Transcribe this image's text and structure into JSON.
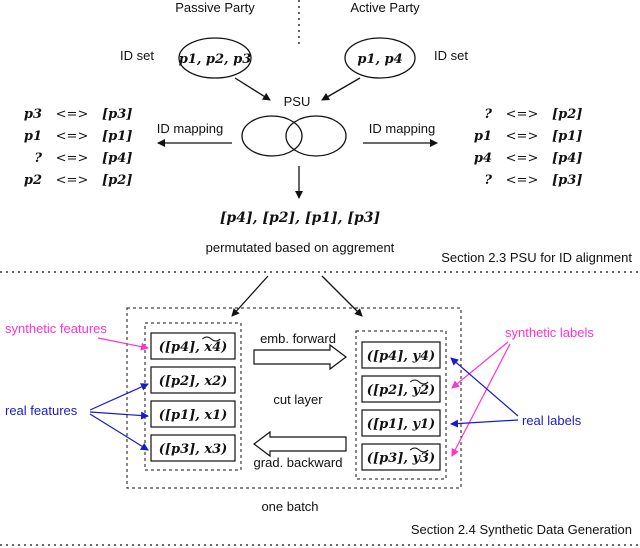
{
  "header": {
    "passive_party": "Passive Party",
    "active_party": "Active Party"
  },
  "id_set": {
    "left_label": "ID set",
    "right_label": "ID set",
    "passive_ids": "p1, p2, p3",
    "active_ids": "p1, p4"
  },
  "psu": {
    "label": "PSU",
    "left_mapping_label": "ID mapping",
    "right_mapping_label": "ID mapping",
    "result": "[p4], [p2], [p1], [p3]",
    "caption": "permutated based on aggrement",
    "section": "Section 2.3 PSU for ID alignment"
  },
  "left_mapping": [
    {
      "id": "p3",
      "arrow": "<=>",
      "mapped": "[p3]"
    },
    {
      "id": "p1",
      "arrow": "<=>",
      "mapped": "[p1]"
    },
    {
      "id": "?",
      "arrow": "<=>",
      "mapped": "[p4]"
    },
    {
      "id": "p2",
      "arrow": "<=>",
      "mapped": "[p2]"
    }
  ],
  "right_mapping": [
    {
      "id": "?",
      "arrow": "<=>",
      "mapped": "[p2]"
    },
    {
      "id": "p1",
      "arrow": "<=>",
      "mapped": "[p1]"
    },
    {
      "id": "p4",
      "arrow": "<=>",
      "mapped": "[p4]"
    },
    {
      "id": "?",
      "arrow": "<=>",
      "mapped": "[p3]"
    }
  ],
  "batch": {
    "synthetic_features": "synthetic features",
    "real_features": "real features",
    "synthetic_labels": "synthetic labels",
    "real_labels": "real labels",
    "forward": "emb. forward",
    "cut_layer": "cut layer",
    "backward": "grad. backward",
    "one_batch": "one batch",
    "section": "Section 2.4 Synthetic Data Generation",
    "features": [
      {
        "id": "[p4]",
        "val": "x4",
        "synthetic": true
      },
      {
        "id": "[p2]",
        "val": "x2",
        "synthetic": false
      },
      {
        "id": "[p1]",
        "val": "x1",
        "synthetic": false
      },
      {
        "id": "[p3]",
        "val": "x3",
        "synthetic": false
      }
    ],
    "labels": [
      {
        "id": "[p4]",
        "val": "y4",
        "synthetic": false
      },
      {
        "id": "[p2]",
        "val": "y2",
        "synthetic": true
      },
      {
        "id": "[p1]",
        "val": "y1",
        "synthetic": false
      },
      {
        "id": "[p3]",
        "val": "y3",
        "synthetic": true
      }
    ]
  },
  "colors": {
    "synthetic": "#ff33cc",
    "real": "#1a1acc"
  }
}
